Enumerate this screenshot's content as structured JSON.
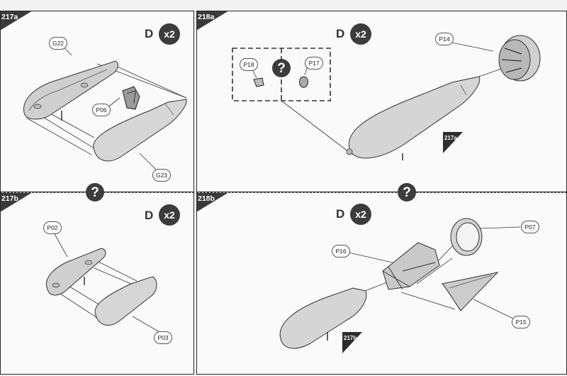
{
  "steps": {
    "s217a": {
      "number": "217a",
      "set_letter": "D",
      "quantity": "x2",
      "parts": [
        "G22",
        "P06",
        "G23"
      ]
    },
    "s218a": {
      "number": "218a",
      "set_letter": "D",
      "quantity": "x2",
      "parts": [
        "P14",
        "P18",
        "P17"
      ],
      "ref_flag": "217a"
    },
    "s217b": {
      "number": "217b",
      "set_letter": "D",
      "quantity": "x2",
      "parts": [
        "P02",
        "P03"
      ]
    },
    "s218b": {
      "number": "218b",
      "set_letter": "D",
      "quantity": "x2",
      "parts": [
        "P07",
        "P16",
        "P15"
      ],
      "ref_flag": "217b"
    }
  },
  "option_mark": "?",
  "colors": {
    "panel_border": "#2a2a2a",
    "badge": "#3c3c3c",
    "part_fill": "#d4d4d4"
  },
  "icons": [
    "question-mark-icon",
    "quantity-badge-icon"
  ]
}
